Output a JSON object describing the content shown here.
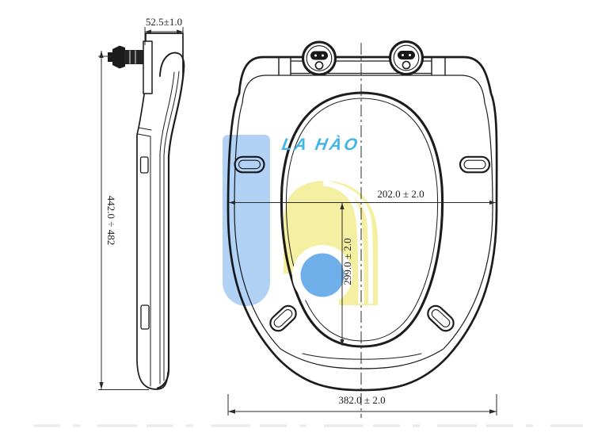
{
  "drawing": {
    "line_color": "#1c1c1c",
    "dimensions": {
      "hinge_width": "52.5±1.0",
      "overall_height_range": "442.0 ÷ 482",
      "width_at_section": "202.0 ± 2.0",
      "opening_length": "299.0 ± 2.0",
      "overall_width": "382.0 ± 2.0"
    }
  },
  "watermark": {
    "brand": "LA HÀO",
    "brand_color": "#3fb6e8",
    "logo_colors": {
      "slab_blue": "#a9ccf4",
      "arch_yellow": "#f5efa2",
      "disc_blue": "#6fb0ea"
    }
  }
}
